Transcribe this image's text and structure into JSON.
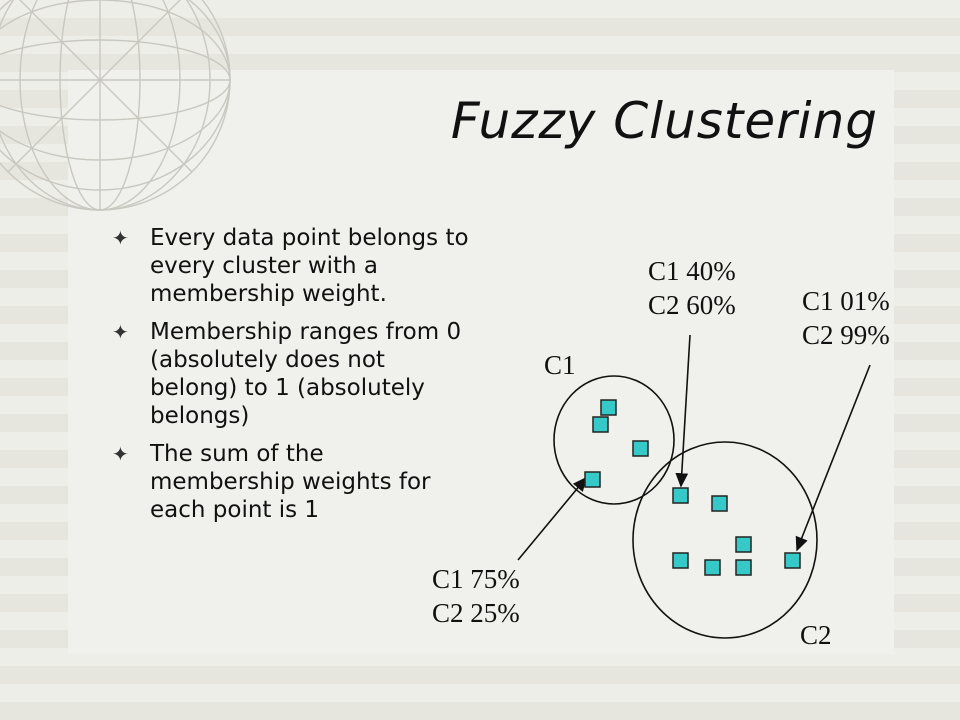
{
  "slide": {
    "title": "Fuzzy Clustering",
    "bullets": [
      "Every data point belongs to every cluster with a membership weight.",
      "Membership ranges from 0 (absolutely does not belong) to 1 (absolutely belongs)",
      "The sum of the membership weights for each point is 1"
    ]
  },
  "diagram": {
    "cluster1_label": "C1",
    "cluster2_label": "C2",
    "annotations": {
      "a": {
        "line1": "C1 40%",
        "line2": "C2 60%"
      },
      "b": {
        "line1": "C1 01%",
        "line2": "C2 99%"
      },
      "c": {
        "line1": "C1 75%",
        "line2": "C2 25%"
      }
    },
    "point_color": "#37c8c8"
  }
}
